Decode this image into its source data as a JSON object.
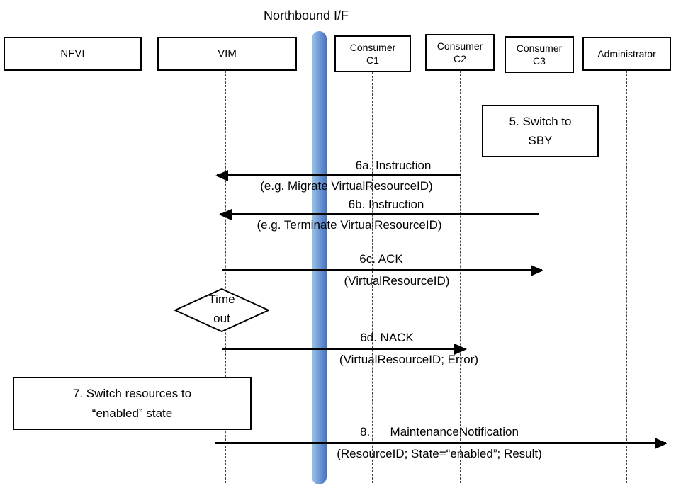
{
  "title": "Northbound I/F",
  "actors": [
    {
      "name": "nfvi",
      "label": "NFVI"
    },
    {
      "name": "vim",
      "label": "VIM"
    },
    {
      "name": "consumer-c1",
      "label": "Consumer\nC1"
    },
    {
      "name": "consumer-c2",
      "label": "Consumer\nC2"
    },
    {
      "name": "consumer-c3",
      "label": "Consumer\nC3"
    },
    {
      "name": "administrator",
      "label": "Administrator"
    }
  ],
  "notes": [
    {
      "name": "step-5",
      "label": "5. Switch to\nSBY"
    },
    {
      "name": "step-7",
      "label": "7. Switch resources to\n“enabled” state"
    }
  ],
  "decision": {
    "label": "Time\nout"
  },
  "messages": [
    {
      "name": "6a",
      "label": "6a. Instruction",
      "detail": "(e.g. Migrate VirtualResourceID)",
      "from": "Consumer C2",
      "to": "VIM",
      "direction": "left"
    },
    {
      "name": "6b",
      "label": "6b. Instruction",
      "detail": "(e.g. Terminate VirtualResourceID)",
      "from": "Consumer C3",
      "to": "VIM",
      "direction": "left"
    },
    {
      "name": "6c",
      "label": "6c. ACK",
      "detail": "(VirtualResourceID)",
      "from": "VIM",
      "to": "Consumer C3",
      "direction": "right"
    },
    {
      "name": "6d",
      "label": "6d. NACK",
      "detail": "(VirtualResourceID; Error)",
      "from": "VIM",
      "to": "Consumer C2",
      "direction": "right"
    },
    {
      "name": "8",
      "label": "8.      MaintenanceNotification",
      "detail": "(ResourceID; State=“enabled”; Result)",
      "from": "VIM",
      "to": "Administrator",
      "direction": "right"
    }
  ],
  "colors": {
    "bar_light": "#9dc3e6",
    "bar_dark": "#4472c4"
  }
}
